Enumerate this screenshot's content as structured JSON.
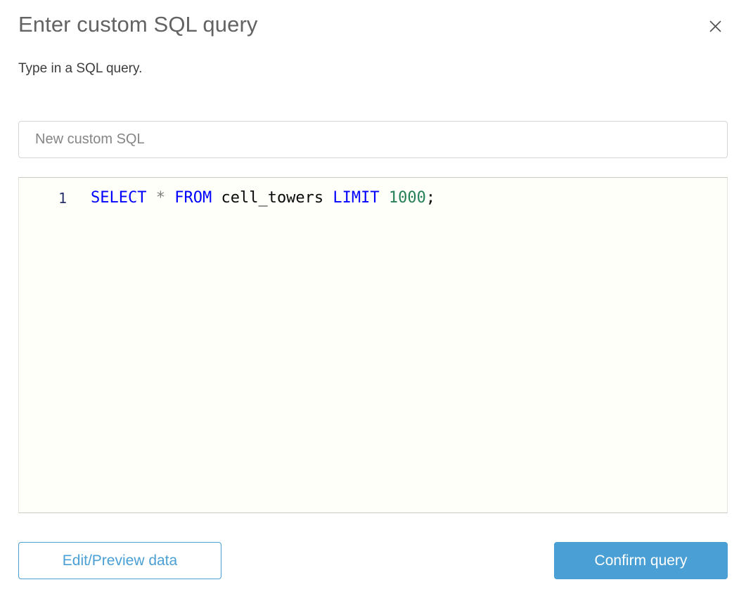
{
  "dialog": {
    "title": "Enter custom SQL query",
    "subtitle": "Type in a SQL query.",
    "close_icon": "close-icon"
  },
  "name_field": {
    "value": "",
    "placeholder": "New custom SQL"
  },
  "editor": {
    "line_number": "1",
    "tokens": {
      "select": "SELECT",
      "star": "*",
      "from": "FROM",
      "table": "cell_towers",
      "limit": "LIMIT",
      "count": "1000",
      "semicolon": ";"
    },
    "full_query": "SELECT * FROM cell_towers LIMIT 1000;"
  },
  "footer": {
    "secondary_label": "Edit/Preview data",
    "primary_label": "Confirm query"
  },
  "colors": {
    "accent": "#4a9fd4",
    "keyword": "#0000ff",
    "number": "#258056",
    "operator": "#808080",
    "title": "#636363"
  }
}
